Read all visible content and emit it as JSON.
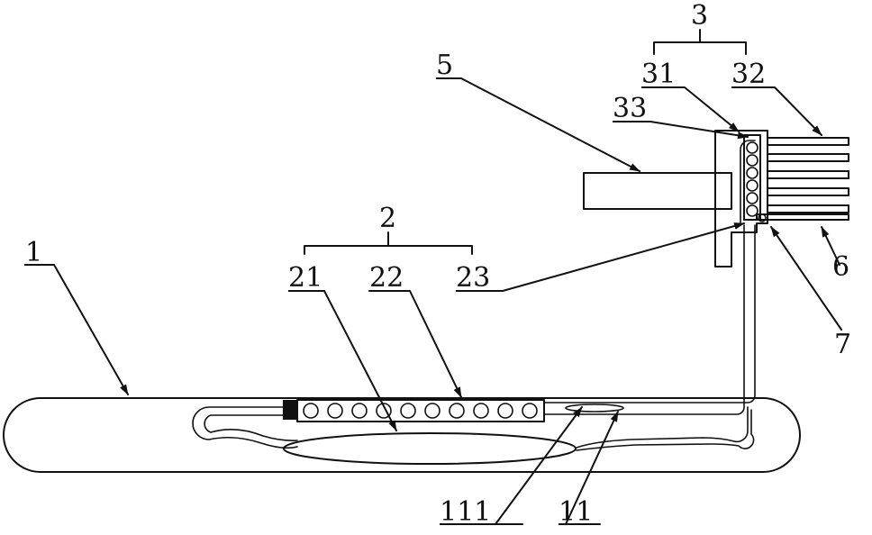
{
  "labels": {
    "l1": "1",
    "l2": "2",
    "l21": "21",
    "l22": "22",
    "l23": "23",
    "l3": "3",
    "l31": "31",
    "l32": "32",
    "l33": "33",
    "l5": "5",
    "l6": "6",
    "l7": "7",
    "l11": "11",
    "l111": "111"
  }
}
